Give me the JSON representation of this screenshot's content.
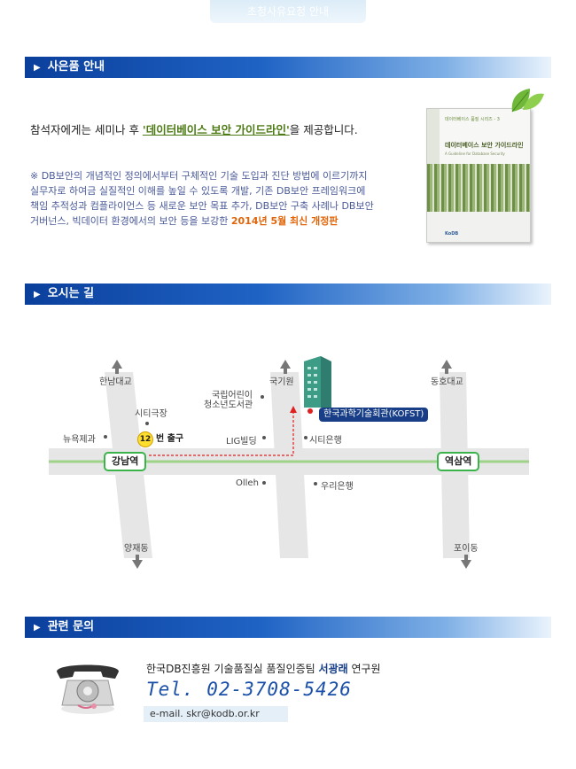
{
  "header": {
    "tab_label": "초청사유요청 안내"
  },
  "gift": {
    "heading": "사은품 안내",
    "intro_before": "참석자에게는 세미나 후 ",
    "intro_book": "'데이터베이스 보안 가이드라인'",
    "intro_after": "을 제공합니다.",
    "desc_lines": [
      "※ DB보안의 개념적인 정의에서부터 구체적인 기술 도입과 진단 방법에 이르기까지",
      "실무자로 하여금 실질적인 이해를 높일 수 있도록 개발, 기존 DB보안 프레임워크에",
      "책임 추적성과 컴플라이언스 등 새로운 보안 목표 추가, DB보안 구축 사례나 DB보안",
      "거버넌스, 빅데이터 환경에서의 보안 등을 보강한 "
    ],
    "desc_highlight": "2014년 5월 최신 개정판",
    "book": {
      "series": "데이터베이스 품질 시리즈 - 3",
      "title": "데이터베이스 보안 가이드라인",
      "subtitle": "A Guideline for Database Security",
      "publisher_logo": "KoDB"
    }
  },
  "directions": {
    "heading": "오시는 길",
    "labels": {
      "hannam": "한남대교",
      "gukgiwon": "국기원",
      "dongho": "동호대교",
      "city_theater": "시티극장",
      "library_line1": "국립어린이",
      "library_line2": "청소년도서관",
      "newyork": "뉴욕제과",
      "lig": "LIG빌딩",
      "citibank": "시티은행",
      "olleh": "Olleh",
      "woori": "우리은행",
      "yangjae": "양재동",
      "poi": "포이동"
    },
    "exit_number": "12",
    "exit_text": "번 출구",
    "kofst": "한국과학기술회관(KOFST)",
    "station_gangnam": "강남역",
    "station_yeoksam": "역삼역"
  },
  "contact": {
    "heading": "관련 문의",
    "org": "한국DB진흥원 기술품질실 품질인증팀 ",
    "person": "서광래",
    "role": " 연구원",
    "tel": "Tel. 02-3708-5426",
    "email": "e-mail. skr@kodb.or.kr"
  },
  "colors": {
    "bar_dark": "#0b3f9c",
    "highlight": "#e0650a",
    "station_green": "#3bb34a",
    "kofst_navy": "#173e86"
  }
}
